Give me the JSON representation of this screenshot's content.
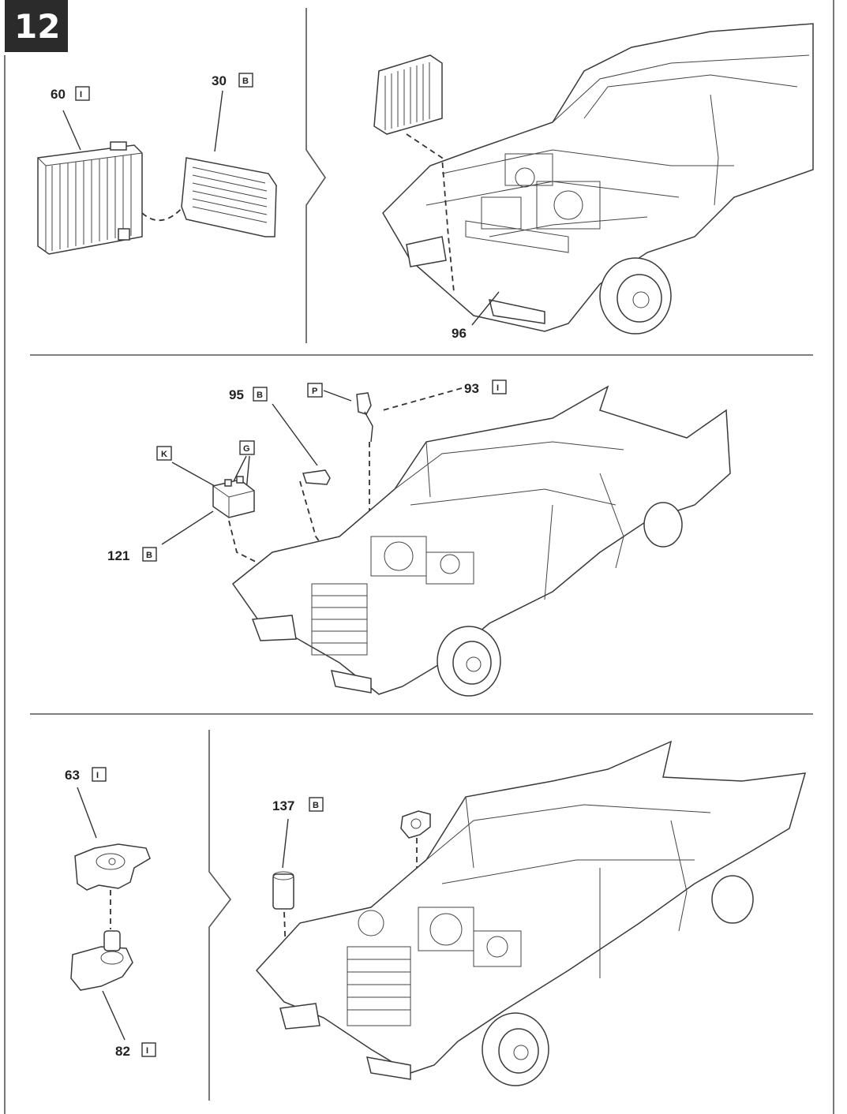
{
  "step": {
    "number": "12"
  },
  "panel_top": {
    "radiator_part": {
      "number": "60",
      "sprue": "I"
    },
    "shroud_part": {
      "number": "30",
      "sprue": "B"
    },
    "hose_part": {
      "number": "96"
    }
  },
  "panel_middle": {
    "coil_part": {
      "number": "95",
      "sprue": "B"
    },
    "distributor_part": {
      "number": "93",
      "sprue": "I"
    },
    "battery_part": {
      "number": "121",
      "sprue": "B"
    },
    "paint_codes": {
      "p": "P",
      "k": "K",
      "g": "G"
    }
  },
  "panel_bottom": {
    "horn_upper_part": {
      "number": "63",
      "sprue": "I"
    },
    "horn_lower_part": {
      "number": "82",
      "sprue": "I"
    },
    "canister_part": {
      "number": "137",
      "sprue": "B"
    }
  },
  "colors": {
    "line": "#333333",
    "step_badge": "#2b2b2b",
    "background": "#ffffff"
  }
}
